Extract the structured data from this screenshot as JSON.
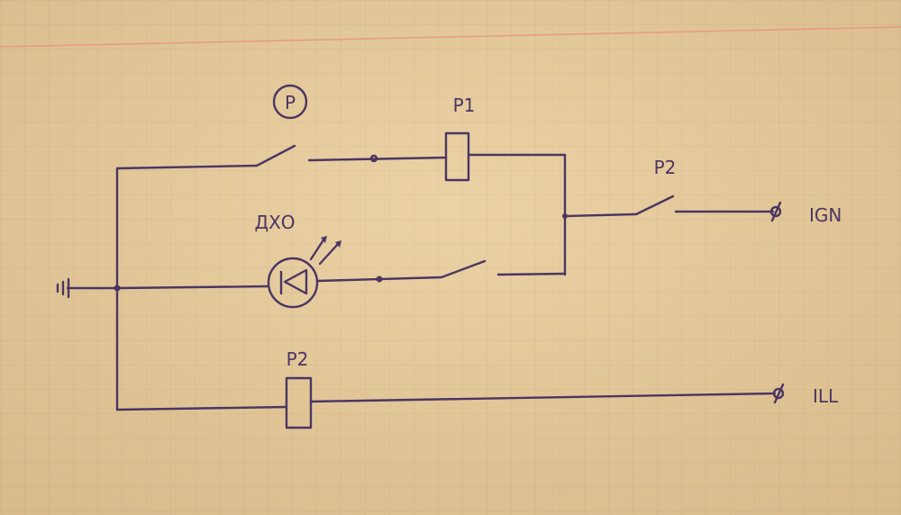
{
  "diagram": {
    "labels": {
      "start_button": "P",
      "relay1_coil": "P1",
      "relay2_switch": "P2",
      "relay2_coil": "P2",
      "led": "ДХО",
      "ign_terminal": "IGN",
      "ill_terminal": "ILL"
    },
    "colors": {
      "paper": "#e6cb9c",
      "grid": "#cdb188",
      "ink": "#4b3662",
      "margin_line": "#e59a86"
    }
  }
}
